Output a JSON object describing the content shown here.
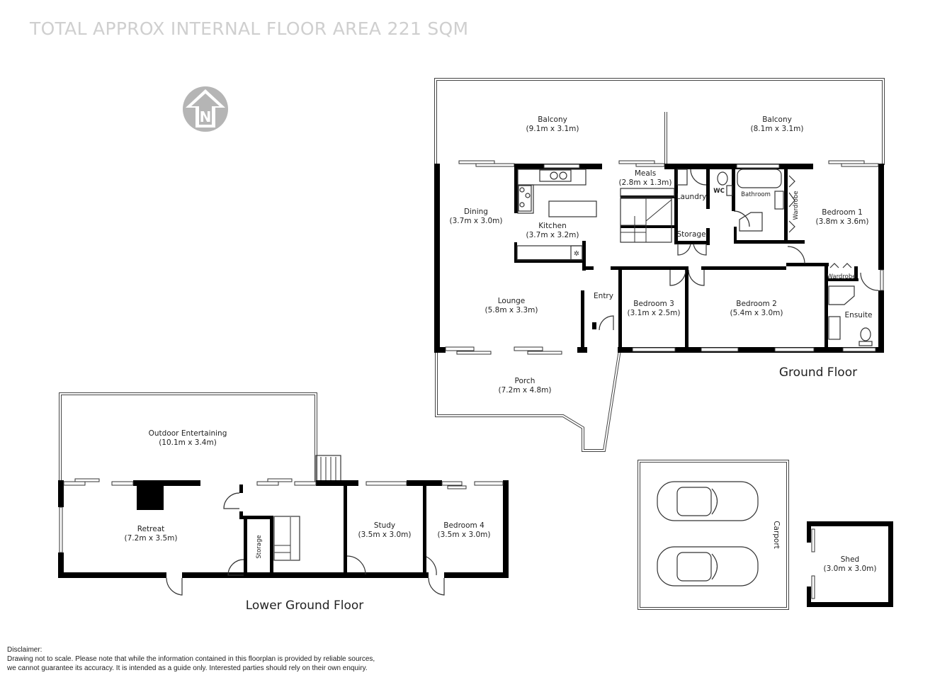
{
  "header": {
    "title": "TOTAL APPROX INTERNAL FLOOR AREA  221 SQM"
  },
  "compass": {
    "icon": "north-arrow-icon",
    "letter": "N",
    "color": "#b5b5b5"
  },
  "ground_floor": {
    "label": "Ground Floor",
    "rooms": {
      "balcony_left": {
        "name": "Balcony",
        "size": "(9.1m x 3.1m)"
      },
      "balcony_right": {
        "name": "Balcony",
        "size": "(8.1m x 3.1m)"
      },
      "dining": {
        "name": "Dining",
        "size": "(3.7m x 3.0m)"
      },
      "kitchen": {
        "name": "Kitchen",
        "size": "(3.7m x 3.2m)"
      },
      "meals": {
        "name": "Meals",
        "size": "(2.8m x 1.3m)"
      },
      "laundry": {
        "name": "Laundry"
      },
      "wc": {
        "name": "WC"
      },
      "bathroom": {
        "name": "Bathroom"
      },
      "wardrobe1": {
        "name": "Wardrobe"
      },
      "bedroom1": {
        "name": "Bedroom 1",
        "size": "(3.8m x 3.6m)"
      },
      "storage": {
        "name": "Storage"
      },
      "lounge": {
        "name": "Lounge",
        "size": "(5.8m x 3.3m)"
      },
      "entry": {
        "name": "Entry"
      },
      "bedroom3": {
        "name": "Bedroom 3",
        "size": "(3.1m x 2.5m)"
      },
      "bedroom2": {
        "name": "Bedroom 2",
        "size": "(5.4m x 3.0m)"
      },
      "wardrobe2": {
        "name": "Wardrobe"
      },
      "ensuite": {
        "name": "Ensuite"
      },
      "porch": {
        "name": "Porch",
        "size": "(7.2m x 4.8m)"
      }
    }
  },
  "lower_ground_floor": {
    "label": "Lower Ground Floor",
    "rooms": {
      "outdoor": {
        "name": "Outdoor Entertaining",
        "size": "(10.1m x 3.4m)"
      },
      "retreat": {
        "name": "Retreat",
        "size": "(7.2m x 3.5m)"
      },
      "storage": {
        "name": "Storage"
      },
      "study": {
        "name": "Study",
        "size": "(3.5m x 3.0m)"
      },
      "bedroom4": {
        "name": "Bedroom 4",
        "size": "(3.5m x 3.0m)"
      }
    }
  },
  "outbuildings": {
    "carport": {
      "name": "Carport"
    },
    "shed": {
      "name": "Shed",
      "size": "(3.0m x 3.0m)"
    }
  },
  "disclaimer": {
    "heading": "Disclaimer:",
    "line1": "Drawing not to scale. Please note that while the information contained in this floorplan is provided by reliable sources,",
    "line2": "we cannot guarantee its accuracy. It is intended as a guide only. Interested parties should rely on their  own enquiry."
  }
}
